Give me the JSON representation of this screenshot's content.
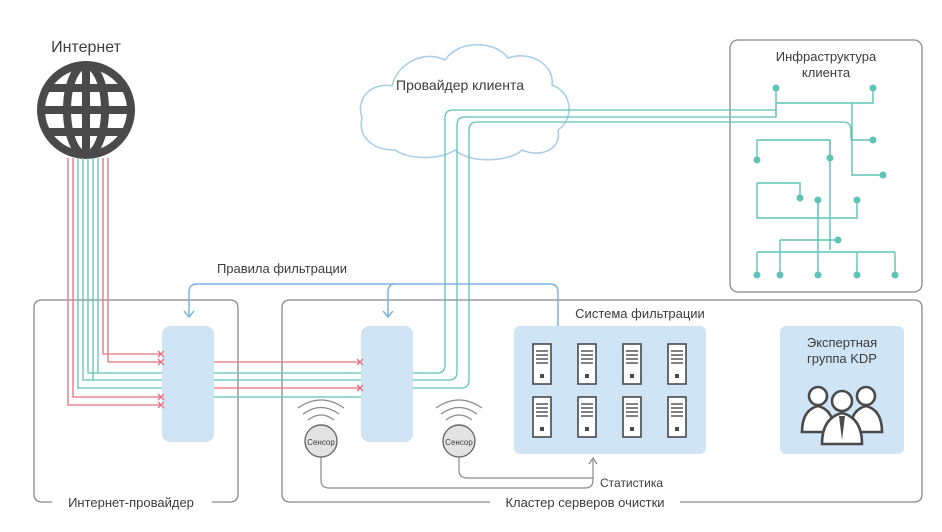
{
  "labels": {
    "internet": "Интернет",
    "provider_client": "Провайдер клиента",
    "infra_line1": "Инфраструктура",
    "infra_line2": "клиента",
    "filter_rules": "Правила фильтрации",
    "filter_system": "Система фильтрации",
    "expert_line1": "Экспертная",
    "expert_line2": "группа KDP",
    "sensor1": "Сенсор",
    "sensor2": "Сенсор",
    "statistics": "Статистика",
    "isp": "Интернет-провайдер",
    "cluster": "Кластер серверов очистки"
  },
  "colors": {
    "red": "#e8707e",
    "teal": "#5fc3b5",
    "blue_line": "#7fb2dd",
    "light_blue": "#cfe4f5",
    "gray_line": "#8a8a8a",
    "dark_icon": "#4a4a4a"
  },
  "icons": {
    "globe": "globe-icon",
    "cloud": "cloud-icon",
    "server": "server-icon",
    "people": "people-icon",
    "sensor_waves": "wifi-waves-icon"
  }
}
